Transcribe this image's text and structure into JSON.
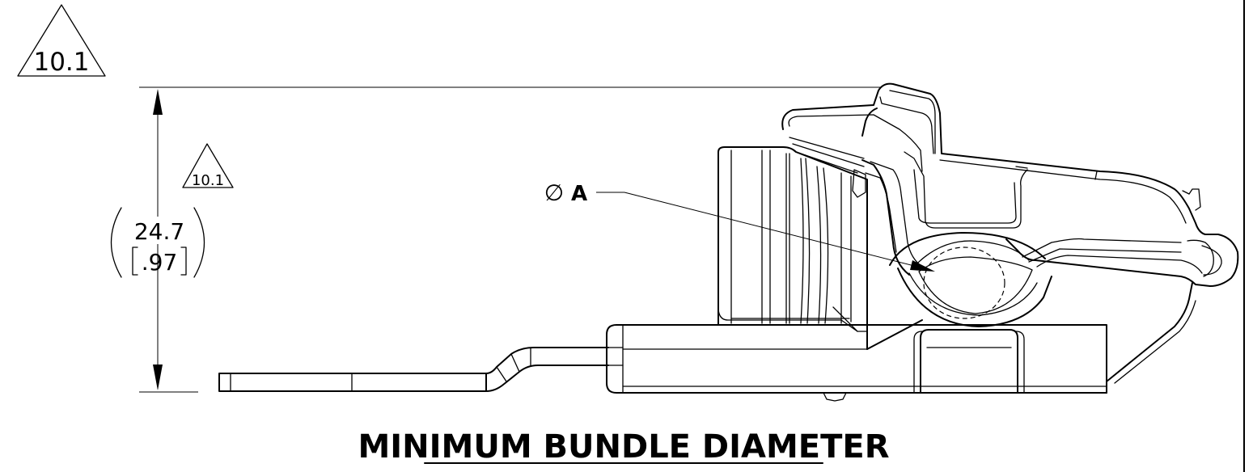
{
  "revision_marker": {
    "large_label": "10.1",
    "small_label": "10.1"
  },
  "dimension": {
    "metric_value": "24.7",
    "imperial_value": ".97"
  },
  "callout": {
    "symbol": "∅",
    "label": "A"
  },
  "caption": {
    "title": "MINIMUM BUNDLE DIAMETER"
  }
}
